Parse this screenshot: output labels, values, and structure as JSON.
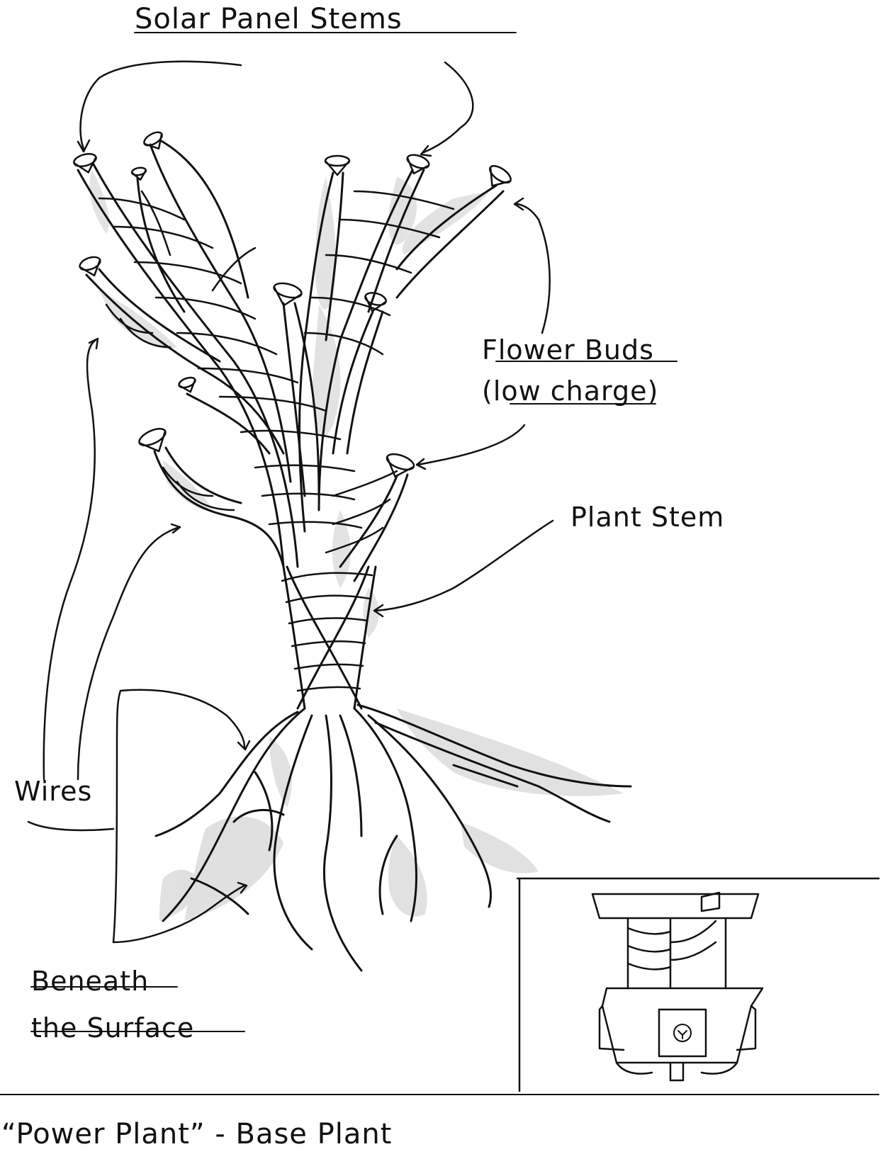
{
  "labels": {
    "solar_panel_stems": "Solar Panel Stems",
    "flower_buds_line1": "Flower Buds",
    "flower_buds_line2": "(low charge)",
    "plant_stem": "Plant Stem",
    "wires": "Wires",
    "beneath_line1": "Beneath",
    "beneath_line2": "the Surface",
    "caption": "“Power Plant” - Base Plant"
  },
  "colors": {
    "ink": "#111111",
    "shade": "#d9d9d9",
    "paper": "#ffffff"
  }
}
